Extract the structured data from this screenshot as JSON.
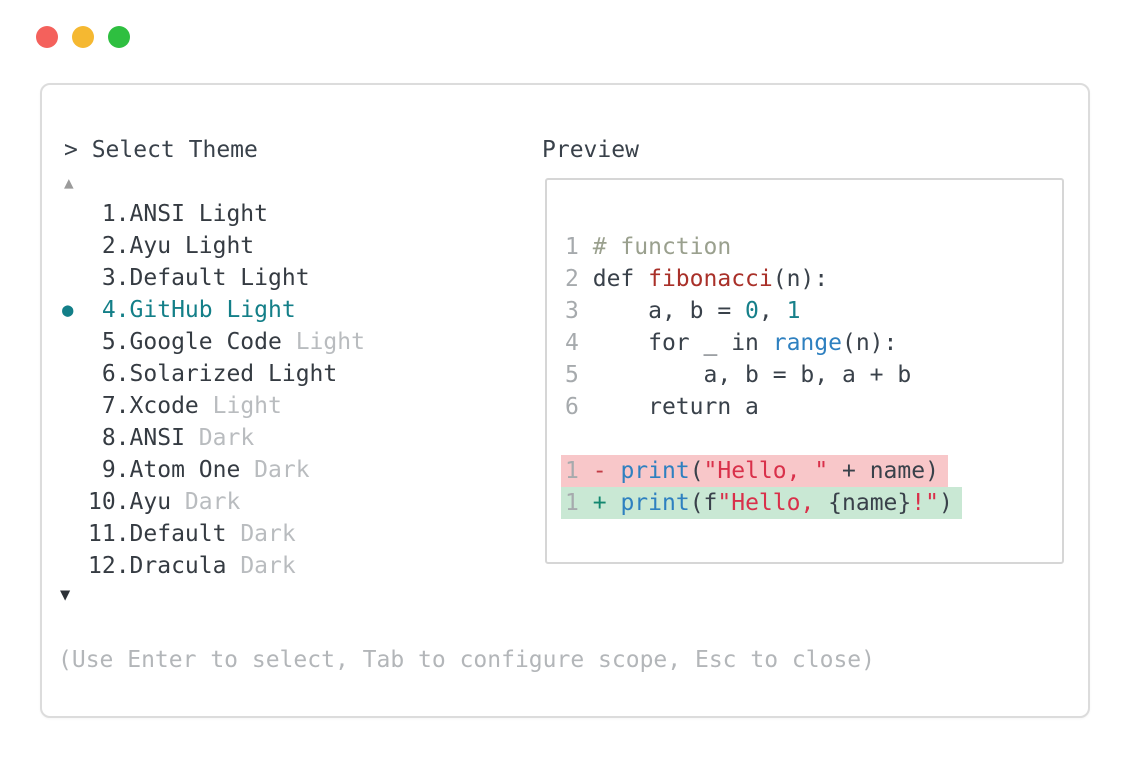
{
  "colors": {
    "accent": "#137f88",
    "list-main": "#353b42",
    "list-dim": "#b9bcbf",
    "hint": "#b3b6b9",
    "scroll-up": "#9b9b9b",
    "scroll-down": "#2c3137",
    "token-plain": "#39414a",
    "token-comment": "#9aa08e",
    "token-fn": "#a93029",
    "token-num": "#17808a",
    "token-blue": "#2e80c0",
    "token-string": "#d9304a",
    "token-ln": "#a6aaad",
    "diff-minus": "#c23b45",
    "diff-plus": "#12876f",
    "diff-bg-removed": "#f8c7c9",
    "diff-bg-added": "#c9e8d4"
  },
  "window": {
    "traffic_lights": [
      {
        "name": "close-button",
        "color": "#f4615c"
      },
      {
        "name": "minimize-button",
        "color": "#f5b831"
      },
      {
        "name": "maximize-button",
        "color": "#2ebf40"
      }
    ]
  },
  "dialog": {
    "title": "> Select Theme",
    "scroll_up_glyph": "▲",
    "scroll_down_glyph": "▼",
    "selected_bullet_glyph": "●",
    "hint": "(Use Enter to select, Tab to configure scope, Esc to close)",
    "themes": [
      {
        "num": "1.",
        "main": "ANSI Light",
        "dim": "",
        "selected": false
      },
      {
        "num": "2.",
        "main": "Ayu Light",
        "dim": "",
        "selected": false
      },
      {
        "num": "3.",
        "main": "Default Light",
        "dim": "",
        "selected": false
      },
      {
        "num": "4.",
        "main": "GitHub Light",
        "dim": "",
        "selected": true
      },
      {
        "num": "5.",
        "main": "Google Code ",
        "dim": "Light",
        "selected": false
      },
      {
        "num": "6.",
        "main": "Solarized Light",
        "dim": "",
        "selected": false
      },
      {
        "num": "7.",
        "main": "Xcode ",
        "dim": "Light",
        "selected": false
      },
      {
        "num": "8.",
        "main": "ANSI ",
        "dim": "Dark",
        "selected": false
      },
      {
        "num": "9.",
        "main": "Atom One ",
        "dim": "Dark",
        "selected": false
      },
      {
        "num": "10.",
        "main": "Ayu ",
        "dim": "Dark",
        "selected": false
      },
      {
        "num": "11.",
        "main": "Default ",
        "dim": "Dark",
        "selected": false
      },
      {
        "num": "12.",
        "main": "Dracula ",
        "dim": "Dark",
        "selected": false
      }
    ]
  },
  "preview": {
    "label": "Preview",
    "code_lines": [
      {
        "ln": "1",
        "tokens": [
          {
            "c": "comment",
            "t": "# function"
          }
        ]
      },
      {
        "ln": "2",
        "tokens": [
          {
            "c": "plain",
            "t": "def "
          },
          {
            "c": "fn",
            "t": "fibonacci"
          },
          {
            "c": "plain",
            "t": "(n):"
          }
        ]
      },
      {
        "ln": "3",
        "tokens": [
          {
            "c": "plain",
            "t": "    a, b = "
          },
          {
            "c": "num",
            "t": "0"
          },
          {
            "c": "plain",
            "t": ", "
          },
          {
            "c": "num",
            "t": "1"
          }
        ]
      },
      {
        "ln": "4",
        "tokens": [
          {
            "c": "plain",
            "t": "    for _ in "
          },
          {
            "c": "blue",
            "t": "range"
          },
          {
            "c": "plain",
            "t": "(n):"
          }
        ]
      },
      {
        "ln": "5",
        "tokens": [
          {
            "c": "plain",
            "t": "        a, b = b, a + b"
          }
        ]
      },
      {
        "ln": "6",
        "tokens": [
          {
            "c": "plain",
            "t": "    return a"
          }
        ]
      }
    ],
    "diff_lines": [
      {
        "ln": "1",
        "sign": "-",
        "kind": "removed",
        "tokens": [
          {
            "c": "blue",
            "t": "print"
          },
          {
            "c": "plain",
            "t": "("
          },
          {
            "c": "string",
            "t": "\"Hello, \""
          },
          {
            "c": "plain",
            "t": " + name)"
          }
        ]
      },
      {
        "ln": "1",
        "sign": "+",
        "kind": "added",
        "tokens": [
          {
            "c": "blue",
            "t": "print"
          },
          {
            "c": "plain",
            "t": "(f"
          },
          {
            "c": "string",
            "t": "\"Hello, "
          },
          {
            "c": "plain",
            "t": "{name}"
          },
          {
            "c": "string",
            "t": "!\""
          },
          {
            "c": "plain",
            "t": ")"
          }
        ]
      }
    ]
  }
}
